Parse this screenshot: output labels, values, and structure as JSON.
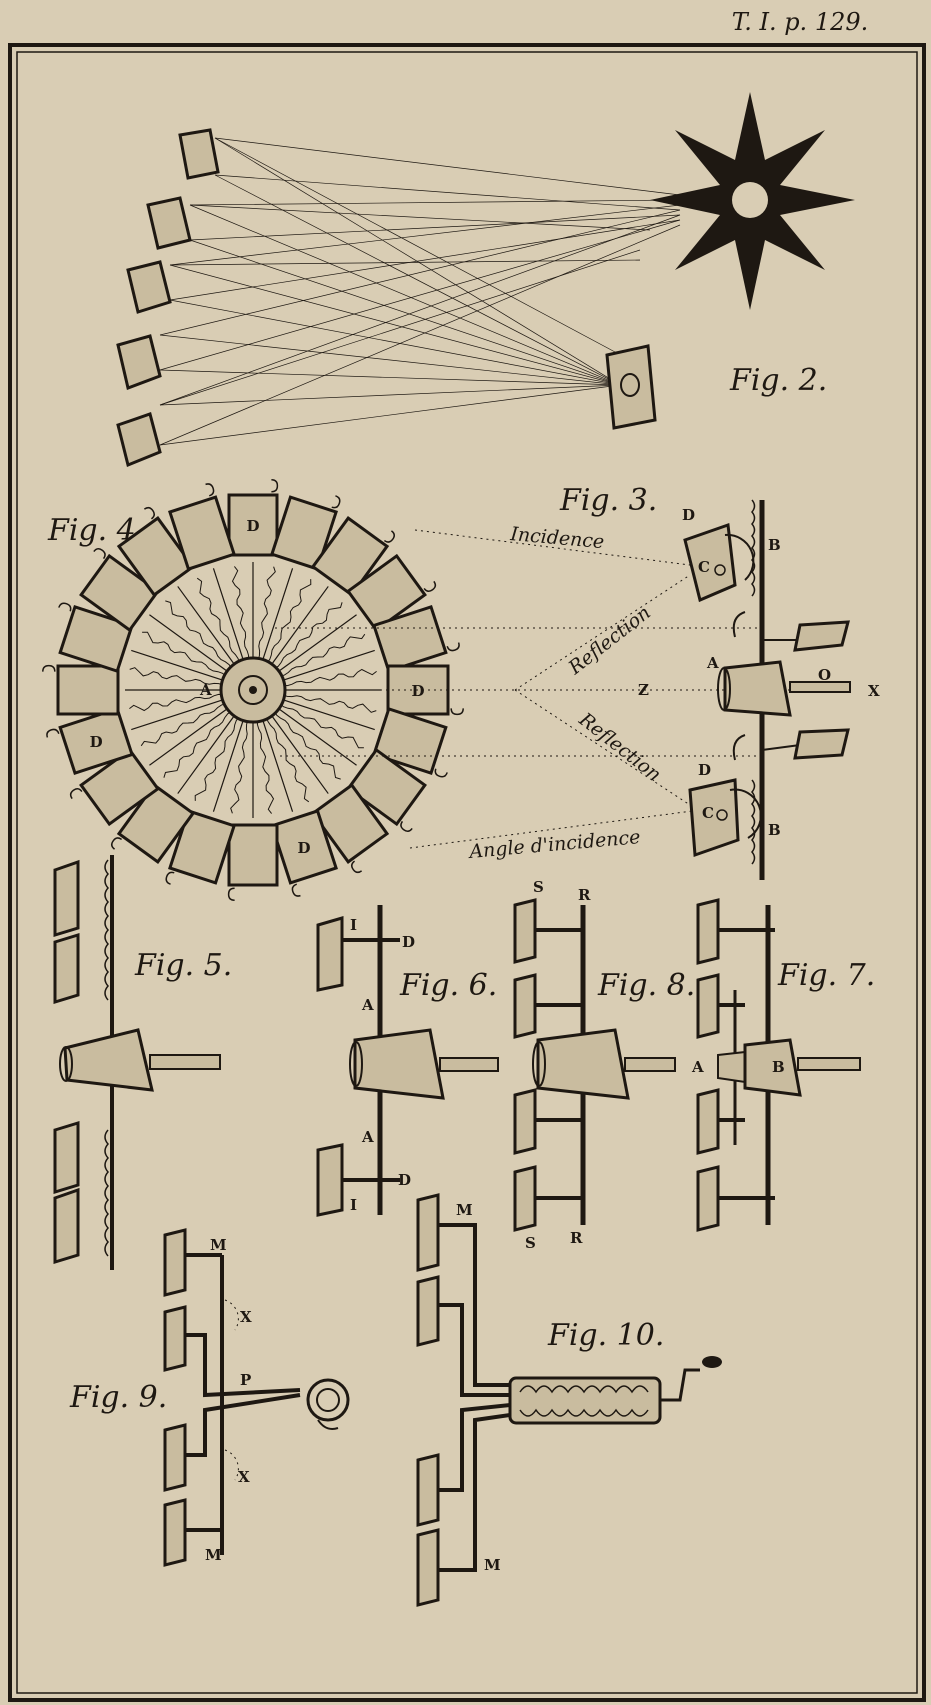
{
  "plate_ref": "T. I. p. 129.",
  "fig2": {
    "label": "Fig. 2."
  },
  "fig3": {
    "label": "Fig. 3.",
    "incidence": "Incidence",
    "reflection_upper": "Reflection",
    "reflection_lower": "Reflection",
    "angle_incidence": "Angle d'incidence",
    "letters": {
      "d_top": "D",
      "c_top": "C",
      "b_top": "B",
      "a": "A",
      "z": "Z",
      "o": "O",
      "x": "X",
      "d_bot": "D",
      "c_bot": "C",
      "b_bot": "B"
    }
  },
  "fig4": {
    "label": "Fig. 4.",
    "letters": {
      "a": "A",
      "d": "D"
    }
  },
  "fig5": {
    "label": "Fig. 5."
  },
  "fig6": {
    "label": "Fig. 6.",
    "letters": {
      "i": "I",
      "d": "D",
      "a": "A"
    }
  },
  "fig7": {
    "label": "Fig. 7.",
    "letters": {
      "a": "A",
      "b": "B"
    }
  },
  "fig8": {
    "label": "Fig. 8.",
    "letters": {
      "s": "S",
      "r": "R"
    }
  },
  "fig9": {
    "label": "Fig. 9.",
    "letters": {
      "m": "M",
      "x": "X",
      "p": "P"
    }
  },
  "fig10": {
    "label": "Fig. 10.",
    "letters": {
      "m": "M"
    }
  },
  "colors": {
    "paper": "#d9cdb4",
    "ink": "#1e1812",
    "panel": "#c9bc9f"
  }
}
